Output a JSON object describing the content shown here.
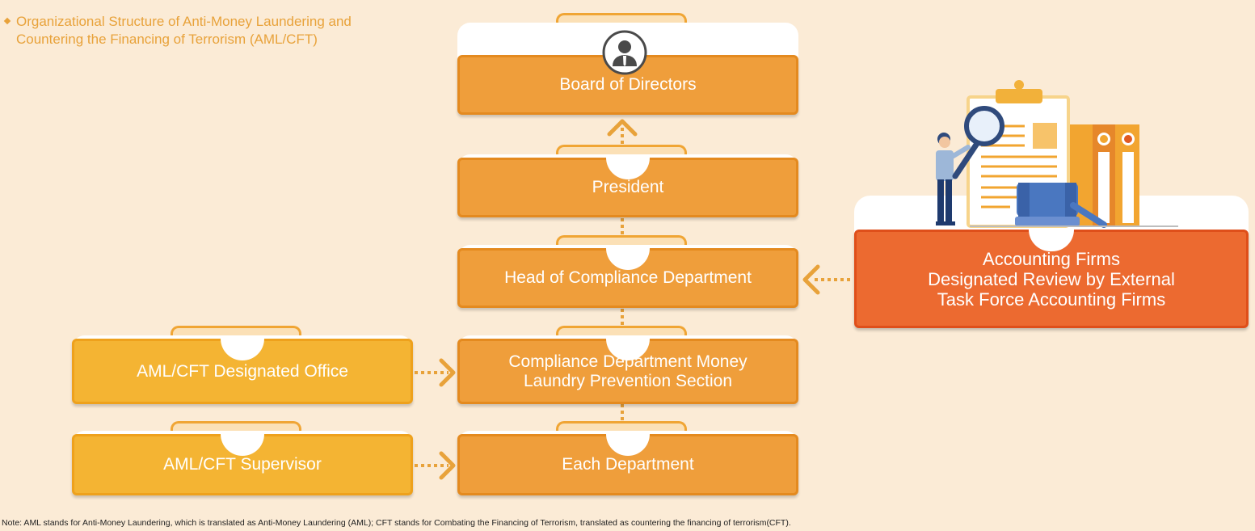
{
  "title": {
    "line1": "Organizational Structure of Anti-Money Laundering and",
    "line2": "Countering the Financing of Terrorism (AML/CFT)"
  },
  "nodes": {
    "board": "Board of Directors",
    "president": "President",
    "head_compliance": "Head of Compliance Department",
    "compliance_section_l1": "Compliance Department Money",
    "compliance_section_l2": "Laundry Prevention Section",
    "each_department": "Each Department",
    "designated_office": "AML/CFT Designated Office",
    "supervisor": "AML/CFT Supervisor",
    "accounting_l1": "Accounting Firms",
    "accounting_l2": "Designated Review by External",
    "accounting_l3": "Task Force Accounting Firms"
  },
  "note": "Note: AML stands for Anti-Money Laundering, which is translated as Anti-Money Laundering (AML); CFT stands for Combating the Financing of Terrorism, translated as countering the financing of terrorism(CFT).",
  "colors": {
    "background": "#fbebd6",
    "orange": "#ef9e3b",
    "yellow": "#f4b433",
    "red": "#ec6a30",
    "connector": "#e8a23a"
  },
  "icons": [
    "person-icon",
    "clipboard-illustration",
    "magnifier-icon",
    "gavel-icon",
    "binder-icon"
  ]
}
